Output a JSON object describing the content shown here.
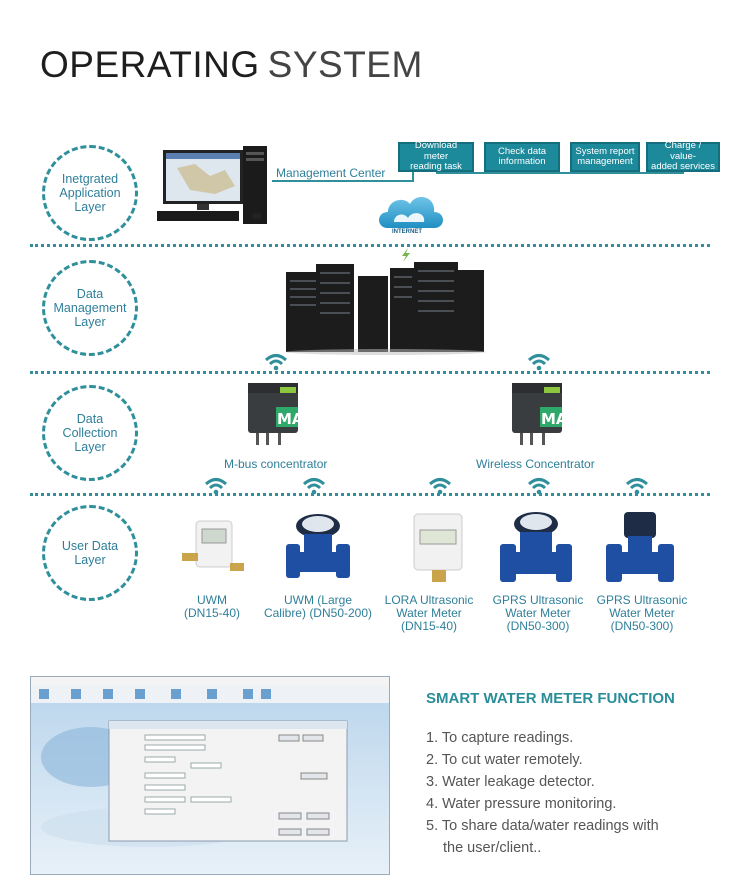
{
  "heading": {
    "bold": "OPERATING",
    "light": "SYSTEM"
  },
  "layers": [
    {
      "lines": [
        "Inetgrated",
        "Application",
        "Layer"
      ]
    },
    {
      "lines": [
        "Data",
        "Management",
        "Layer"
      ]
    },
    {
      "lines": [
        "Data",
        "Collection",
        "Layer"
      ]
    },
    {
      "lines": [
        "User Data",
        "Layer"
      ]
    }
  ],
  "management_center": "Management Center",
  "internet": "INTERNET",
  "services": [
    {
      "lines": [
        "Download meter",
        "reading task"
      ]
    },
    {
      "lines": [
        "Check data",
        "information"
      ]
    },
    {
      "lines": [
        "System report",
        "management"
      ]
    },
    {
      "lines": [
        "Charge / value-",
        "added services"
      ]
    }
  ],
  "concentrators": [
    "M-bus concentrator",
    "Wireless Concentrator"
  ],
  "device_badge": "MA",
  "meters": [
    {
      "lines": [
        "UWM",
        "(DN15-40)"
      ]
    },
    {
      "lines": [
        "UWM (Large",
        "Calibre) (DN50-200)"
      ]
    },
    {
      "lines": [
        "LORA Ultrasonic",
        "Water Meter",
        "(DN15-40)"
      ]
    },
    {
      "lines": [
        "GPRS Ultrasonic",
        "Water Meter",
        "(DN50-300)"
      ]
    },
    {
      "lines": [
        "GPRS Ultrasonic",
        "Water Meter",
        "(DN50-300)"
      ]
    }
  ],
  "function_title": "SMART WATER METER FUNCTION",
  "functions": [
    "1. To capture readings.",
    "2. To cut water remotely.",
    "3. Water leakage detector.",
    "4. Water pressure monitoring.",
    "5. To share data/water readings with",
    "the user/client.."
  ],
  "colors": {
    "accent": "#2f8f9b",
    "service_box": "#1d8a9c",
    "meter_blue": "#1f4fa3"
  }
}
